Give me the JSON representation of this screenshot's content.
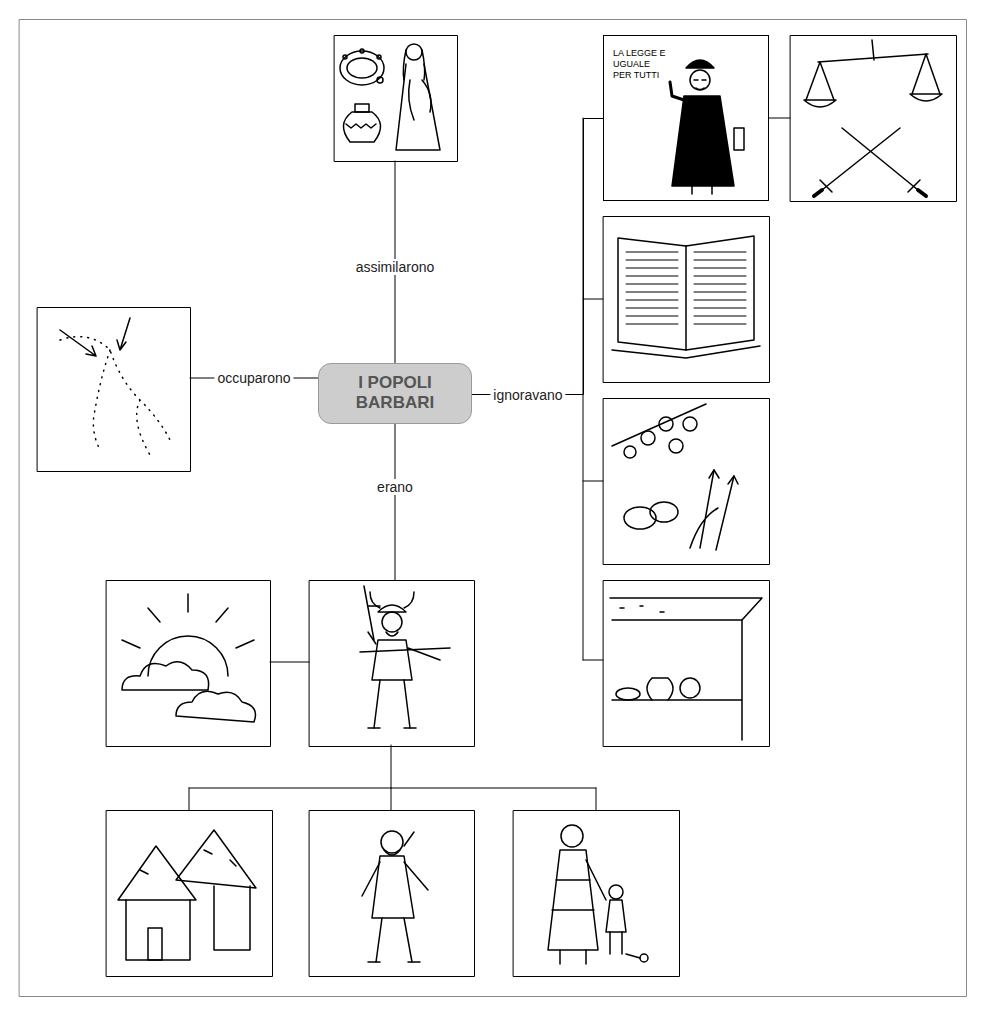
{
  "diagram": {
    "nodes": [
      {
        "text": [
          "I POPOLI BARBARI"
        ]
      },
      {
        "text": [
          "LA LEGGE E UGUALE PER TUTTI"
        ]
      }
    ],
    "edges": [
      {
        "from": 0,
        "to": 1,
        "arrow": "none",
        "label": "ignoravano"
      }
    ],
    "labels": [
      "assimilarono",
      "occuparono",
      "erano"
    ]
  }
}
